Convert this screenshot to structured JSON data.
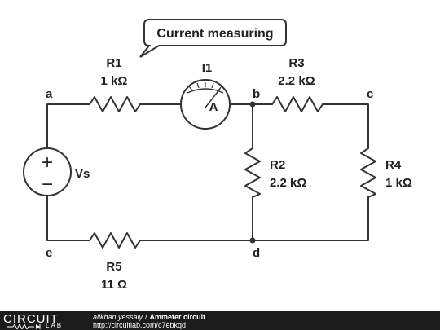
{
  "callout": {
    "text": "Current measuring"
  },
  "components": {
    "R1": {
      "name": "R1",
      "value": "1 kΩ"
    },
    "R2": {
      "name": "R2",
      "value": "2.2 kΩ"
    },
    "R3": {
      "name": "R3",
      "value": "2.2 kΩ"
    },
    "R4": {
      "name": "R4",
      "value": "1 kΩ"
    },
    "R5": {
      "name": "R5",
      "value": "11 Ω"
    },
    "I1": {
      "name": "I1",
      "symbol": "A"
    },
    "Vs": {
      "name": "Vs",
      "plus": "+",
      "minus": "−"
    }
  },
  "nodes": {
    "a": "a",
    "b": "b",
    "c": "c",
    "d": "d",
    "e": "e"
  },
  "footer": {
    "logo_text": "CIRCUIT",
    "logo_sub": "LAB",
    "author": "alikhan.yessaly",
    "separator": "/",
    "title": "Ammeter circuit",
    "url": "http://circuitlab.com/c7ebkqd"
  },
  "colors": {
    "wire": "#333333",
    "footer_bg": "#1b1b1b",
    "text": "#222222"
  }
}
